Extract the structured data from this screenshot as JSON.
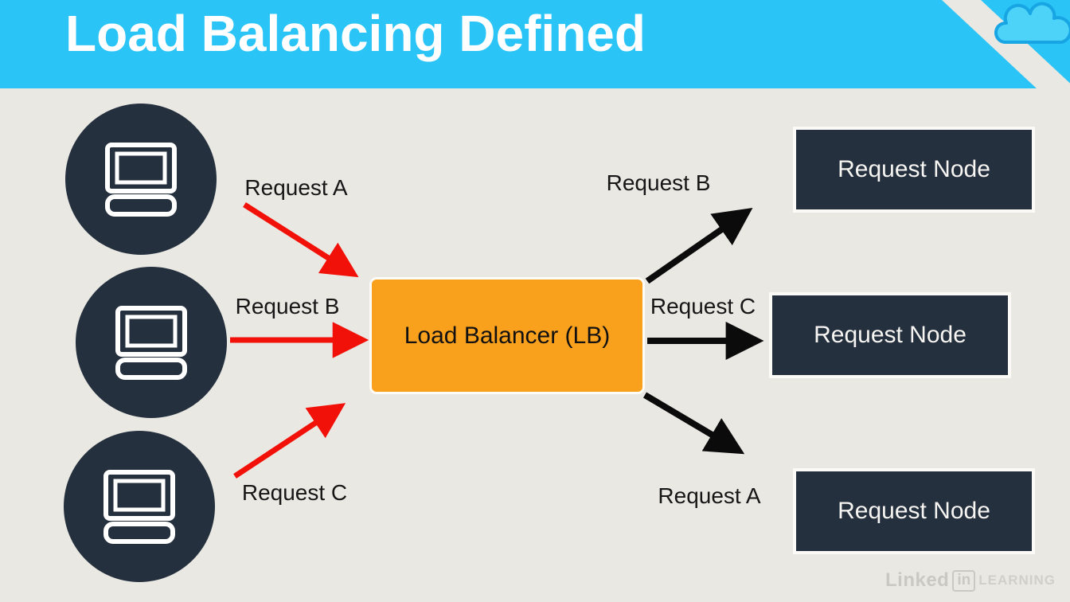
{
  "slide": {
    "title": "Load Balancing Defined"
  },
  "diagram": {
    "clients": [
      {
        "icon": "computer-icon"
      },
      {
        "icon": "computer-icon"
      },
      {
        "icon": "computer-icon"
      }
    ],
    "incoming_requests": [
      "Request A",
      "Request B",
      "Request C"
    ],
    "load_balancer_label": "Load Balancer (LB)",
    "outgoing_requests": [
      "Request B",
      "Request C",
      "Request A"
    ],
    "nodes": [
      "Request Node",
      "Request Node",
      "Request Node"
    ]
  },
  "colors": {
    "header_blue": "#2BC4F6",
    "background": "#E9E8E3",
    "navy": "#25303E",
    "orange": "#F9A01D",
    "incoming_arrow_red": "#F21108",
    "outgoing_arrow_black": "#0B0B0B",
    "cloud_fill": "#4DD2F8",
    "cloud_stroke": "#18A5E4"
  },
  "footer": {
    "brand_linked": "Linked",
    "brand_in": "in",
    "brand_learning": "LEARNING"
  }
}
